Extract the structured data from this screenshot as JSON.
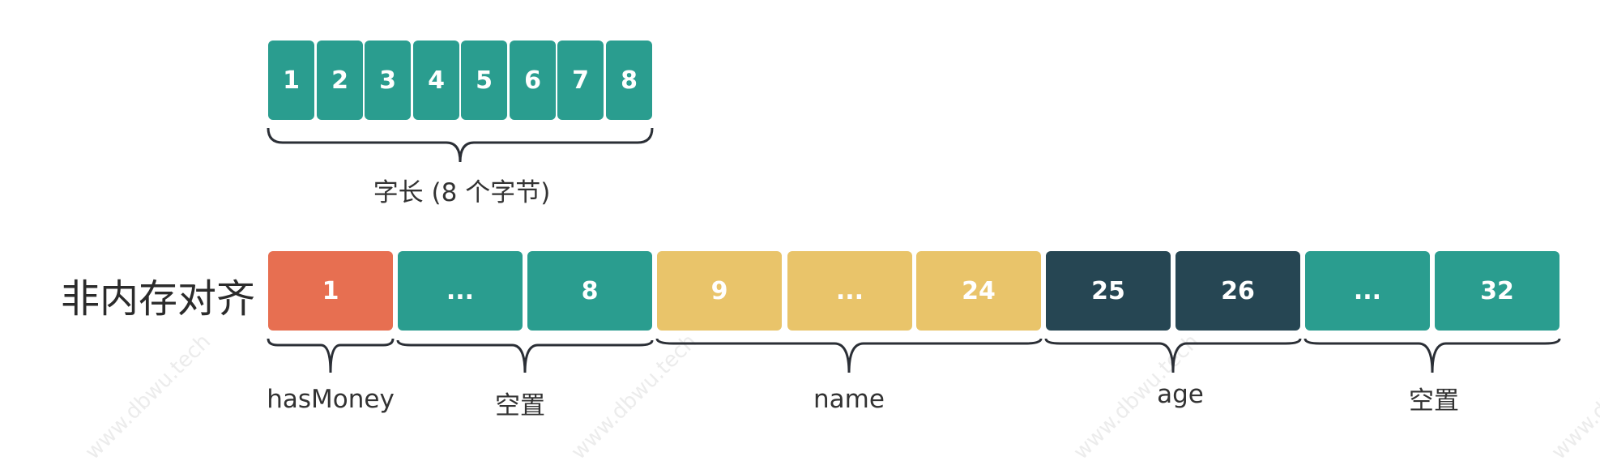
{
  "colors": {
    "teal": "#2a9d8f",
    "orange": "#e76f51",
    "yellow": "#e9c46a",
    "navy": "#264653",
    "brace": "#2b2f36"
  },
  "word_row": {
    "cells": [
      {
        "text": "1",
        "color": "teal"
      },
      {
        "text": "2",
        "color": "teal"
      },
      {
        "text": "3",
        "color": "teal"
      },
      {
        "text": "4",
        "color": "teal"
      },
      {
        "text": "5",
        "color": "teal"
      },
      {
        "text": "6",
        "color": "teal"
      },
      {
        "text": "7",
        "color": "teal"
      },
      {
        "text": "8",
        "color": "teal"
      }
    ],
    "label": "字长 (8 个字节)"
  },
  "unaligned_row": {
    "title": "非内存对齐",
    "cells": [
      {
        "text": "1",
        "color": "orange"
      },
      {
        "text": "...",
        "color": "teal"
      },
      {
        "text": "8",
        "color": "teal"
      },
      {
        "text": "9",
        "color": "yellow"
      },
      {
        "text": "...",
        "color": "yellow"
      },
      {
        "text": "24",
        "color": "yellow"
      },
      {
        "text": "25",
        "color": "navy"
      },
      {
        "text": "26",
        "color": "navy"
      },
      {
        "text": "...",
        "color": "teal"
      },
      {
        "text": "32",
        "color": "teal"
      }
    ],
    "groups": [
      {
        "label": "hasMoney"
      },
      {
        "label": "空置"
      },
      {
        "label": "name"
      },
      {
        "label": "age"
      },
      {
        "label": "空置"
      }
    ]
  },
  "watermark": "www.dbwu.tech"
}
